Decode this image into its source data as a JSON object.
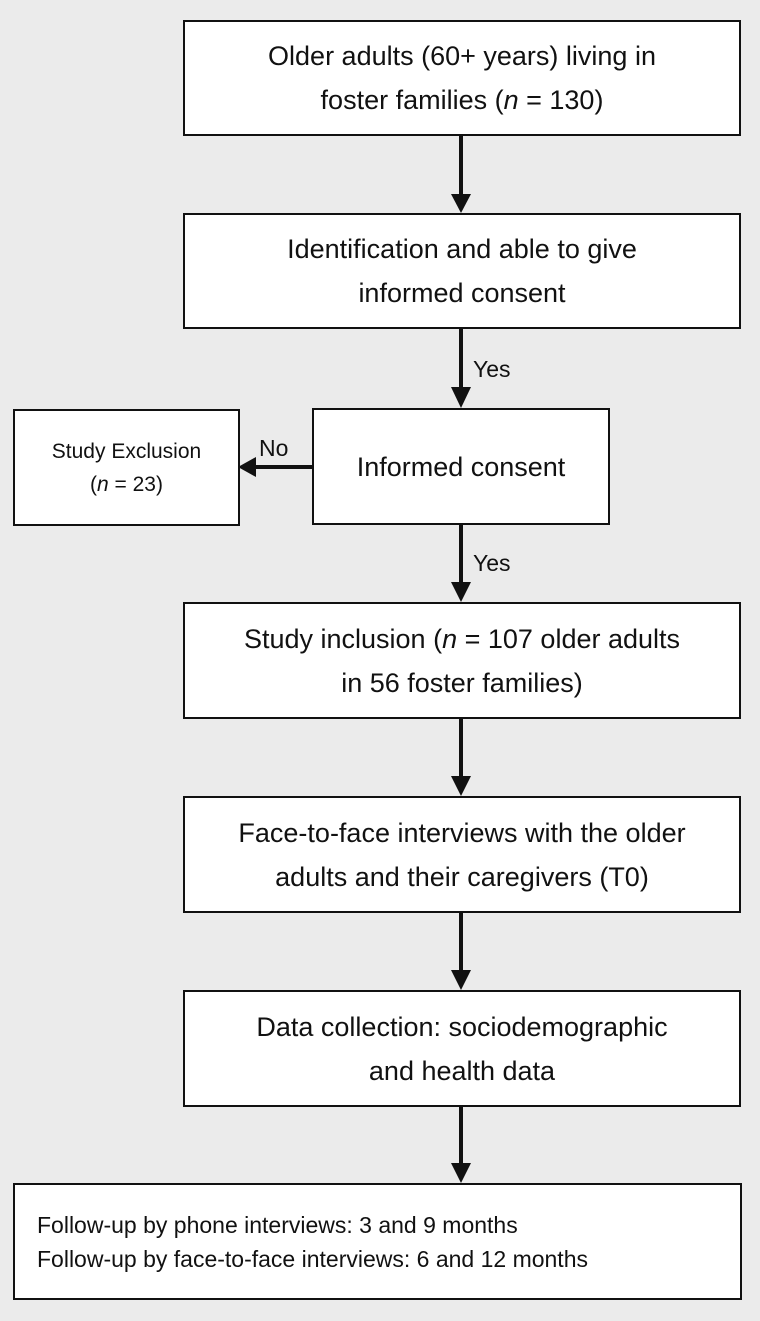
{
  "boxes": {
    "population": {
      "lines": [
        "Older adults (60+ years) living in",
        "foster families (",
        "n",
        " = 130)"
      ]
    },
    "identification": {
      "lines": [
        "Identification and able to give",
        "informed consent"
      ]
    },
    "consent": {
      "text": "Informed consent"
    },
    "exclusion": {
      "line1": "Study Exclusion",
      "n_italic": "n",
      "line2_rest": " = 23)",
      "open_paren": "("
    },
    "inclusion": {
      "open": "Study inclusion (",
      "n_italic": "n",
      "rest": " = 107 older adults",
      "line2": "in 56 foster families)"
    },
    "interviews": {
      "lines": [
        "Face-to-face interviews with the older",
        "adults and their caregivers (T0)"
      ]
    },
    "data_collection": {
      "lines": [
        "Data collection: sociodemographic",
        "and health data"
      ]
    },
    "followup": {
      "lines": [
        "Follow-up by phone interviews: 3 and 9 months",
        "Follow-up by face-to-face interviews: 6 and 12 months"
      ]
    }
  },
  "edge_labels": {
    "yes_1": "Yes",
    "yes_2": "Yes",
    "no": "No"
  }
}
